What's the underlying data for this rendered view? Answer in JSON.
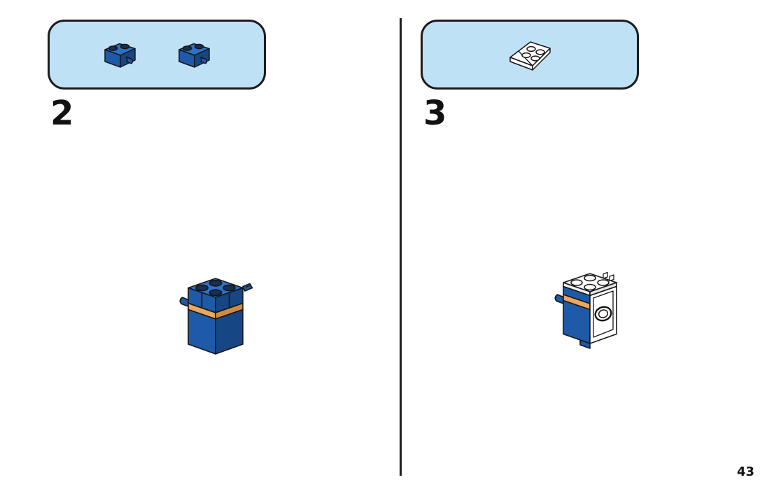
{
  "page": {
    "number": "43"
  },
  "steps": [
    {
      "number": "2",
      "parts_box": {
        "pieces": [
          {
            "icon": "blue-brick-1x2-with-clip-icon",
            "color": "#1e5aa8"
          },
          {
            "icon": "blue-brick-1x2-with-clip-icon",
            "color": "#1e5aa8"
          }
        ]
      },
      "assembly_icon": "blue-2x2-bricks-with-side-clips-assembly"
    },
    {
      "number": "3",
      "parts_box": {
        "pieces": [
          {
            "icon": "white-wedge-plate-2x2-icon",
            "color": "#ffffff"
          }
        ]
      },
      "assembly_icon": "assembly-with-white-top-plate-and-round-port-panel"
    }
  ],
  "colors": {
    "callout_background": "#bfe1f6",
    "outline": "#1c1c1c",
    "lego_blue": "#1e5aa8",
    "lego_blue_top": "#2e72c6",
    "lego_blue_dark": "#174684",
    "stud_navy": "#152f57",
    "tan_stripe": "#eba75e",
    "tan_stripe_dark": "#d18a41",
    "white_piece": "#ffffff"
  }
}
